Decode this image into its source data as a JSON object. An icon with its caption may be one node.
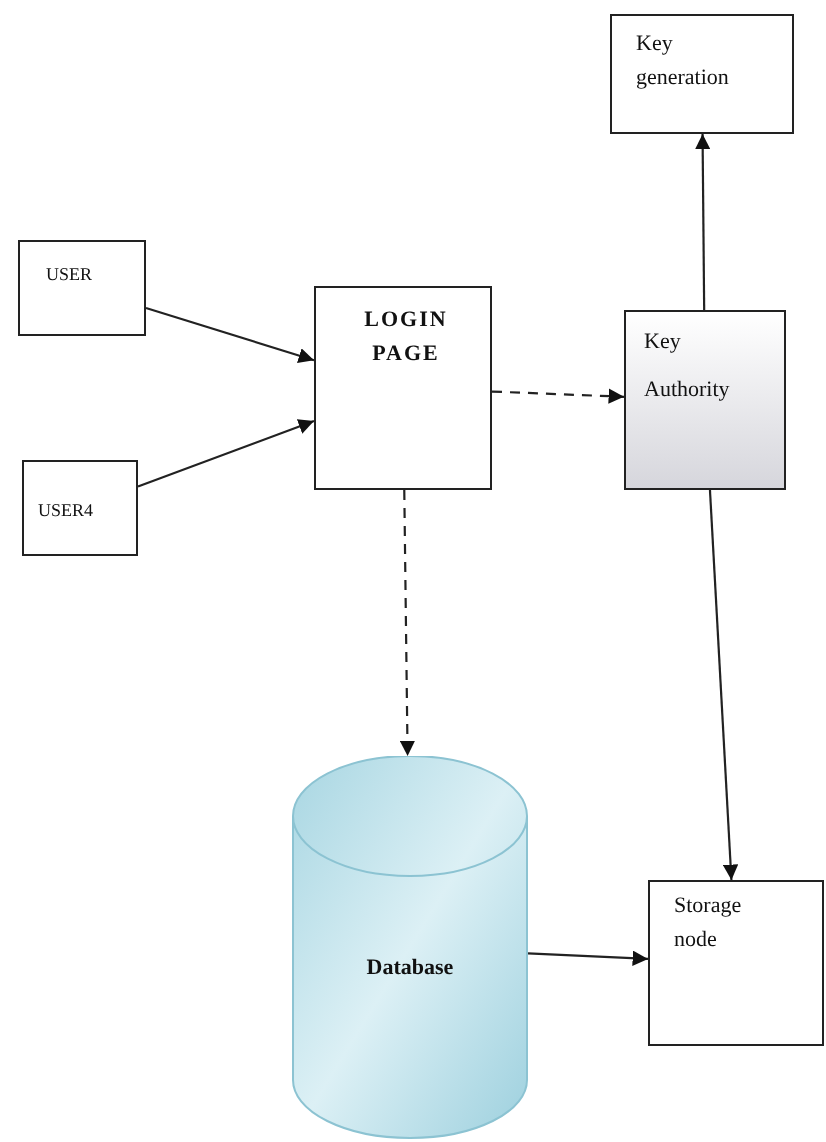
{
  "diagram": {
    "nodes": [
      {
        "text": [
          "Key generation"
        ]
      },
      {
        "text": [
          "USER"
        ]
      },
      {
        "text": [
          "USER4"
        ]
      },
      {
        "text": [
          "LOGIN PAGE"
        ]
      },
      {
        "text": [
          "Key Authority"
        ]
      },
      {
        "text": [
          "Database"
        ]
      },
      {
        "text": [
          "Storage node"
        ]
      }
    ],
    "edges": [
      {
        "from": 1,
        "to": 3,
        "arrow": "to"
      },
      {
        "from": 2,
        "to": 3,
        "arrow": "to"
      },
      {
        "from": 3,
        "to": 4,
        "arrow": "to",
        "style": "dashed"
      },
      {
        "from": 3,
        "to": 5,
        "arrow": "to",
        "style": "dashed"
      },
      {
        "from": 4,
        "to": 0,
        "arrow": "to"
      },
      {
        "from": 4,
        "to": 6,
        "arrow": "to"
      },
      {
        "from": 5,
        "to": 6,
        "arrow": "to"
      }
    ]
  }
}
